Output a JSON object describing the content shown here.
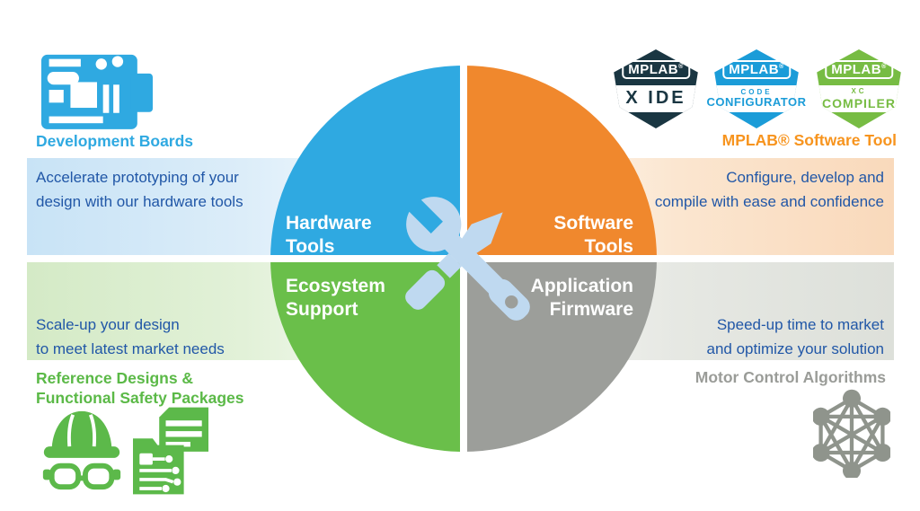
{
  "left_column": {
    "development_boards_label": "Development Boards",
    "hardware_band": {
      "line1": "Accelerate prototyping of your",
      "line2": "design with our hardware tools"
    },
    "ecosystem_band": {
      "line1": "Scale-up your design",
      "line2": "to meet latest market needs"
    },
    "reference_label": {
      "line1": "Reference Designs &",
      "line2": "Functional Safety Packages"
    }
  },
  "right_column": {
    "software_tool_label": "MPLAB® Software Tool",
    "software_band": {
      "line1": "Configure, develop and",
      "line2": "compile with ease and confidence"
    },
    "firmware_band": {
      "line1": "Speed-up time to market",
      "line2": "and optimize your solution"
    },
    "motor_label": "Motor Control Algorithms"
  },
  "wheel": {
    "hardware": {
      "line1": "Hardware",
      "line2": "Tools"
    },
    "software": {
      "line1": "Software",
      "line2": "Tools"
    },
    "ecosystem": {
      "line1": "Ecosystem",
      "line2": "Support"
    },
    "application": {
      "line1": "Application",
      "line2": "Firmware"
    }
  },
  "badges": [
    {
      "brand": "MPLAB",
      "reg": "®",
      "product_small": "",
      "product_large": "X IDE",
      "color": "#1a3642"
    },
    {
      "brand": "MPLAB",
      "reg": "®",
      "product_small": "CODE",
      "product_large": "CONFIGURATOR",
      "color": "#1b9cd8"
    },
    {
      "brand": "MPLAB",
      "reg": "®",
      "product_small": "XC",
      "product_large": "COMPILER",
      "color": "#77bc43"
    }
  ],
  "colors": {
    "hardware_blue": "#2fa9e1",
    "software_orange": "#f0882d",
    "ecosystem_green": "#6abf4a",
    "application_gray": "#9c9e9a",
    "tools_icon_blue": "#bfd9f0",
    "body_text_blue": "#2157a7",
    "accent_orange": "#f7941e",
    "accent_green": "#5bb947",
    "accent_gray": "#9a9c98"
  }
}
